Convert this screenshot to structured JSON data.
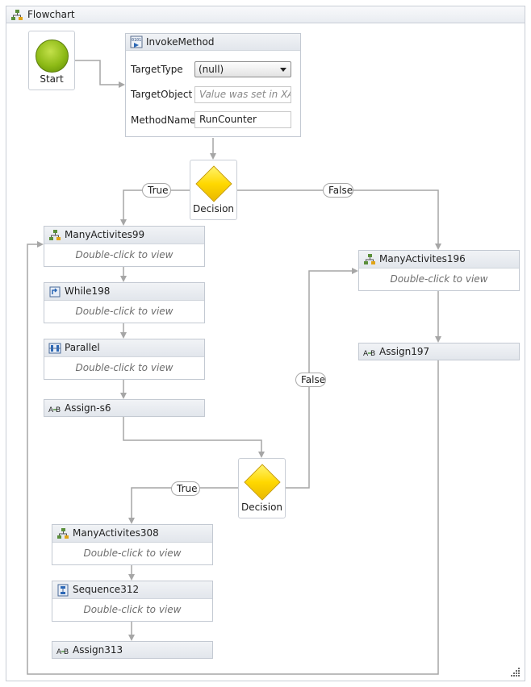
{
  "flowchart": {
    "title": "Flowchart"
  },
  "start": {
    "label": "Start"
  },
  "invoke_method": {
    "title": "InvokeMethod",
    "target_type_label": "TargetType",
    "target_type_value": "(null)",
    "target_object_label": "TargetObject",
    "target_object_placeholder": "Value was set in XAML",
    "method_name_label": "MethodName",
    "method_name_value": "RunCounter"
  },
  "decisions": [
    {
      "label": "Decision",
      "true_label": "True",
      "false_label": "False"
    },
    {
      "label": "Decision",
      "true_label": "True",
      "false_label": "False"
    }
  ],
  "activities": {
    "many99": {
      "name": "ManyActivites99",
      "hint": "Double-click to view"
    },
    "while198": {
      "name": "While198",
      "hint": "Double-click to view"
    },
    "parallel": {
      "name": "Parallel",
      "hint": "Double-click to view"
    },
    "assign_s6": {
      "name": "Assign-s6"
    },
    "many196": {
      "name": "ManyActivites196",
      "hint": "Double-click to view"
    },
    "assign197": {
      "name": "Assign197"
    },
    "many308": {
      "name": "ManyActivites308",
      "hint": "Double-click to view"
    },
    "sequence312": {
      "name": "Sequence312",
      "hint": "Double-click to view"
    },
    "assign313": {
      "name": "Assign313"
    }
  },
  "colors": {
    "connector": "#a6a6a6",
    "start_fill": "#8dba16",
    "decision_fill": "#ffd800"
  }
}
